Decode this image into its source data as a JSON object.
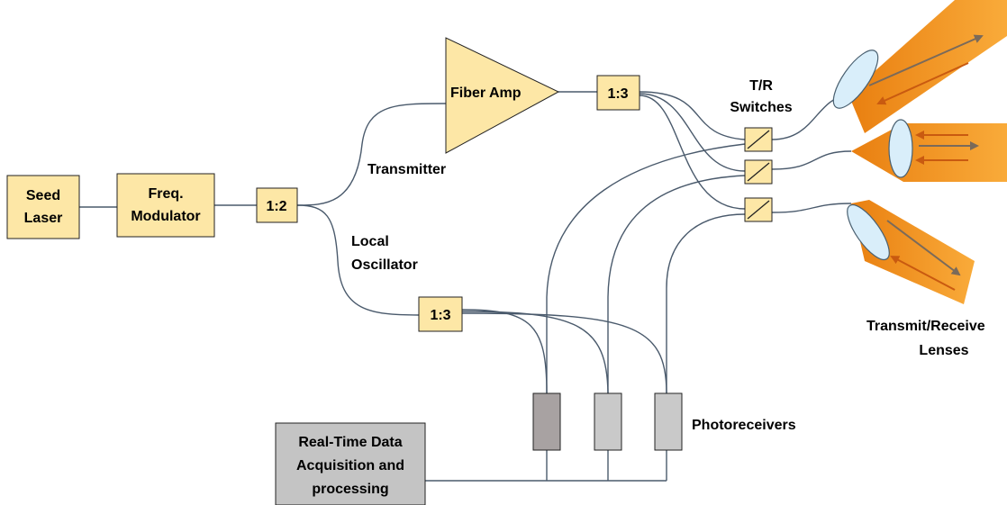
{
  "components": {
    "seed_laser": [
      "Seed",
      "Laser"
    ],
    "freq_modulator": [
      "Freq.",
      "Modulator"
    ],
    "splitter_1_2": "1:2",
    "fiber_amp": "Fiber Amp",
    "splitter_tx_1_3": "1:3",
    "splitter_lo_1_3": "1:3",
    "daq": [
      "Real-Time Data",
      "Acquisition and",
      "processing"
    ]
  },
  "labels": {
    "transmitter": "Transmitter",
    "local_oscillator": [
      "Local",
      "Oscillator"
    ],
    "tr_switches": [
      "T/R",
      "Switches"
    ],
    "lenses": [
      "Transmit/Receive",
      "Lenses"
    ],
    "photoreceivers": "Photoreceivers"
  },
  "colors": {
    "component_fill": "#fde7a6",
    "wire": "#4a5a6c",
    "beam": "#f5a623",
    "lens": "#d9eefa",
    "photoreceiver_dark": "#a8a2a2",
    "photoreceiver_light": "#c9c9c9",
    "daq_fill": "#c4c4c4"
  }
}
